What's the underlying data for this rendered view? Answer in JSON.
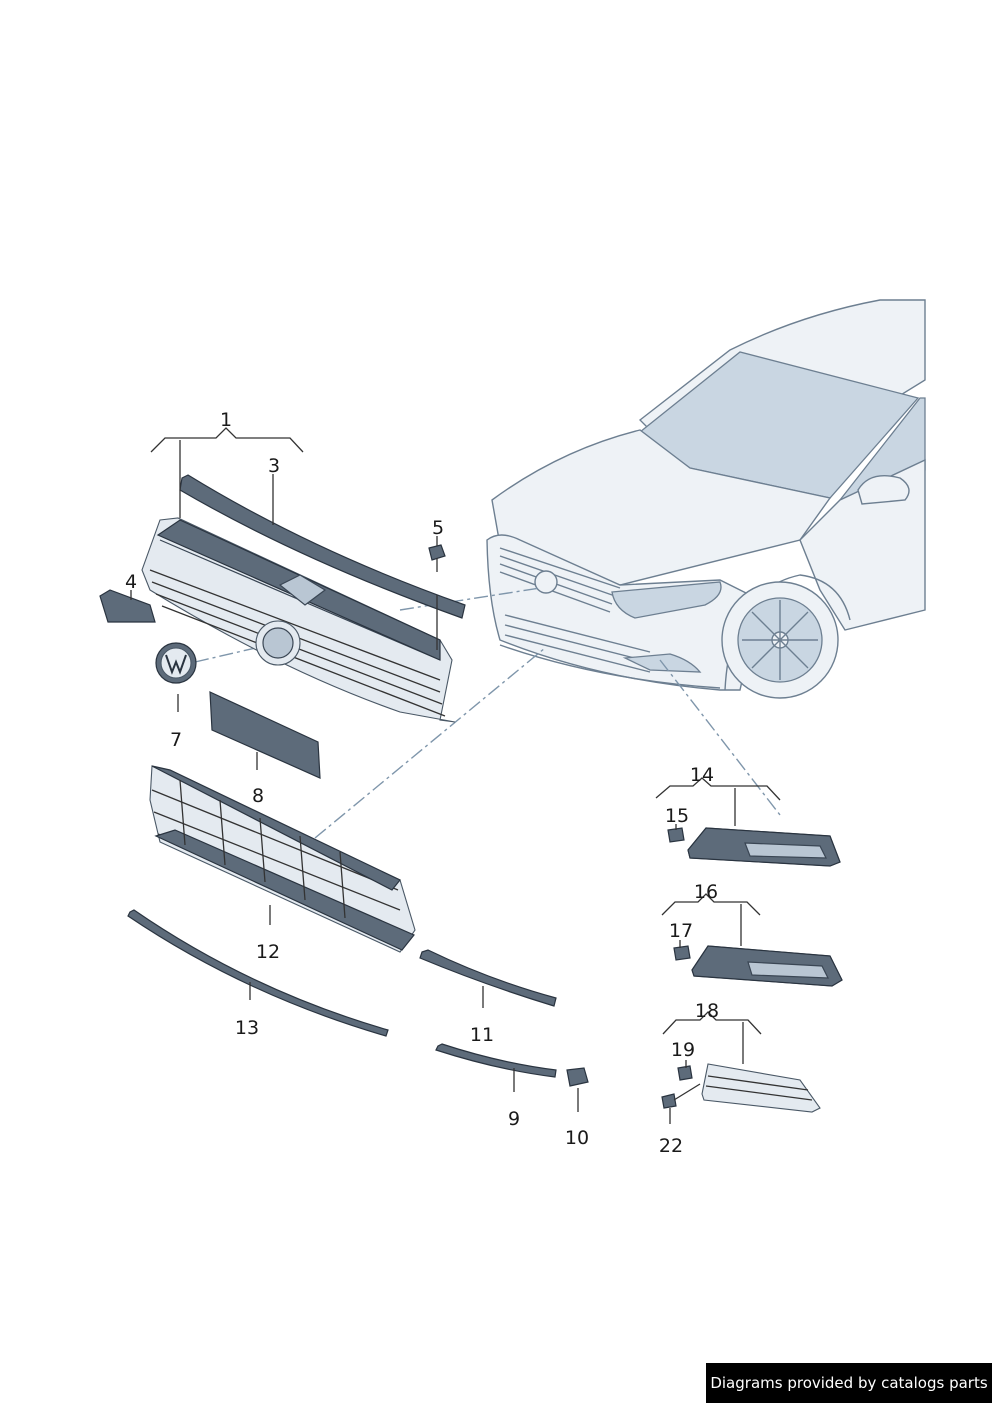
{
  "callouts": {
    "c1": "1",
    "c3": "3",
    "c4": "4",
    "c5": "5",
    "c7": "7",
    "c8": "8",
    "c9": "9",
    "c10": "10",
    "c11": "11",
    "c12": "12",
    "c13": "13",
    "c14": "14",
    "c15": "15",
    "c16": "16",
    "c17": "17",
    "c18": "18",
    "c19": "19",
    "c22": "22"
  },
  "credit": "Diagrams provided by catalogs parts",
  "colors": {
    "line": "#333333",
    "dash": "#7f96ab",
    "part_dark": "#5d6b7a",
    "car_outline": "#6d7f91",
    "credit_bg": "#000000"
  }
}
